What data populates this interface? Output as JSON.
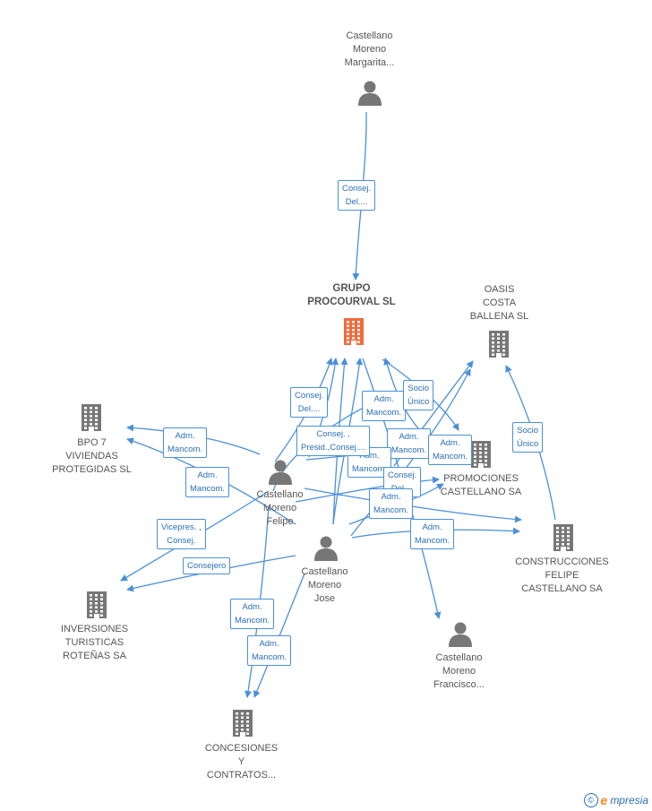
{
  "colors": {
    "edge": "#4a90d9",
    "company": "#777777",
    "main_company": "#f26a3a",
    "person": "#777777"
  },
  "nodes": [
    {
      "id": "margarita",
      "kind": "person",
      "label": "Castellano\nMoreno\nMargarita..."
    },
    {
      "id": "grupo",
      "kind": "main-company",
      "label": "GRUPO\nPROCOURVAL SL"
    },
    {
      "id": "oasis",
      "kind": "company",
      "label": "OASIS\nCOSTA\nBALLENA SL"
    },
    {
      "id": "bpo",
      "kind": "company",
      "label": "BPO 7\nVIVIENDAS\nPROTEGIDAS SL"
    },
    {
      "id": "felipe",
      "kind": "person",
      "label": "Castellano\nMoreno\nFelipe"
    },
    {
      "id": "promociones",
      "kind": "company",
      "label": "PROMOCIONES\nCASTELLANO SA"
    },
    {
      "id": "construcciones",
      "kind": "company",
      "label": "CONSTRUCCIONES\nFELIPE\nCASTELLANO SA"
    },
    {
      "id": "jose",
      "kind": "person",
      "label": "Castellano\nMoreno\nJose"
    },
    {
      "id": "inversiones",
      "kind": "company",
      "label": "INVERSIONES\nTURISTICAS\nROTEÑAS SA"
    },
    {
      "id": "francisco",
      "kind": "person",
      "label": "Castellano\nMoreno\nFrancisco..."
    },
    {
      "id": "concesiones",
      "kind": "company",
      "label": "CONCESIONES\nY\nCONTRATOS..."
    }
  ],
  "edge_labels": [
    "Consej.\nDel....",
    "Consej.\nDel....",
    "Adm.\nMancom.",
    "Socio\nÚnico",
    "Socio\nÚnico",
    "Adm.\nMancom.",
    "Adm.\nMancom.",
    "Consej. ,\nPresid.,Consej....",
    "Adm.\nMancom.",
    "Adm.\nMancom.",
    "Consej.\nDel....",
    "Adm.\nMancom.",
    "Adm.\nMancom.",
    "Adm.\nMancom.",
    "Vicepres. ,\nConsej.",
    "Consejero",
    "Adm.\nMancom.",
    "Adm.\nMancom."
  ],
  "footer": {
    "copyright": "©",
    "brand_initial": "e",
    "brand_rest": "mpresia"
  }
}
